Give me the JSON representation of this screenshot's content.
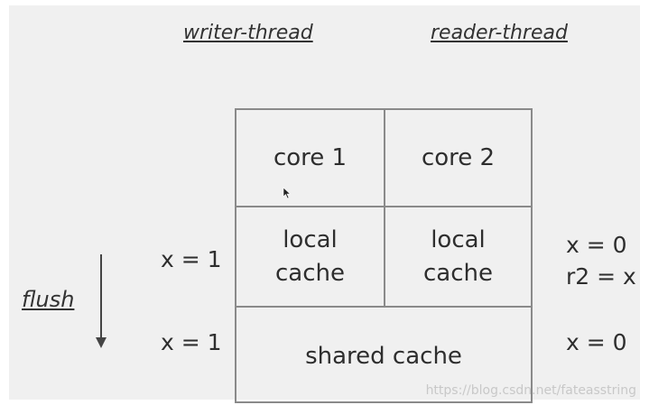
{
  "headings": {
    "writer": "writer-thread",
    "reader": "reader-thread"
  },
  "cells": {
    "core1": "core 1",
    "core2": "core 2",
    "local_cache_left": "local\ncache",
    "local_cache_right": "local\ncache",
    "shared_cache": "shared cache"
  },
  "left_labels": {
    "local_value": "x = 1",
    "shared_value": "x = 1"
  },
  "flush_label": "flush",
  "right_labels": {
    "local_value": "x = 0\nr2 = x",
    "shared_value": "x = 0"
  },
  "watermark": "https://blog.csdn.net/fateasstring",
  "colors": {
    "background": "#f0f0f0",
    "border": "#8a8a8a",
    "text": "#2e2e2e"
  }
}
